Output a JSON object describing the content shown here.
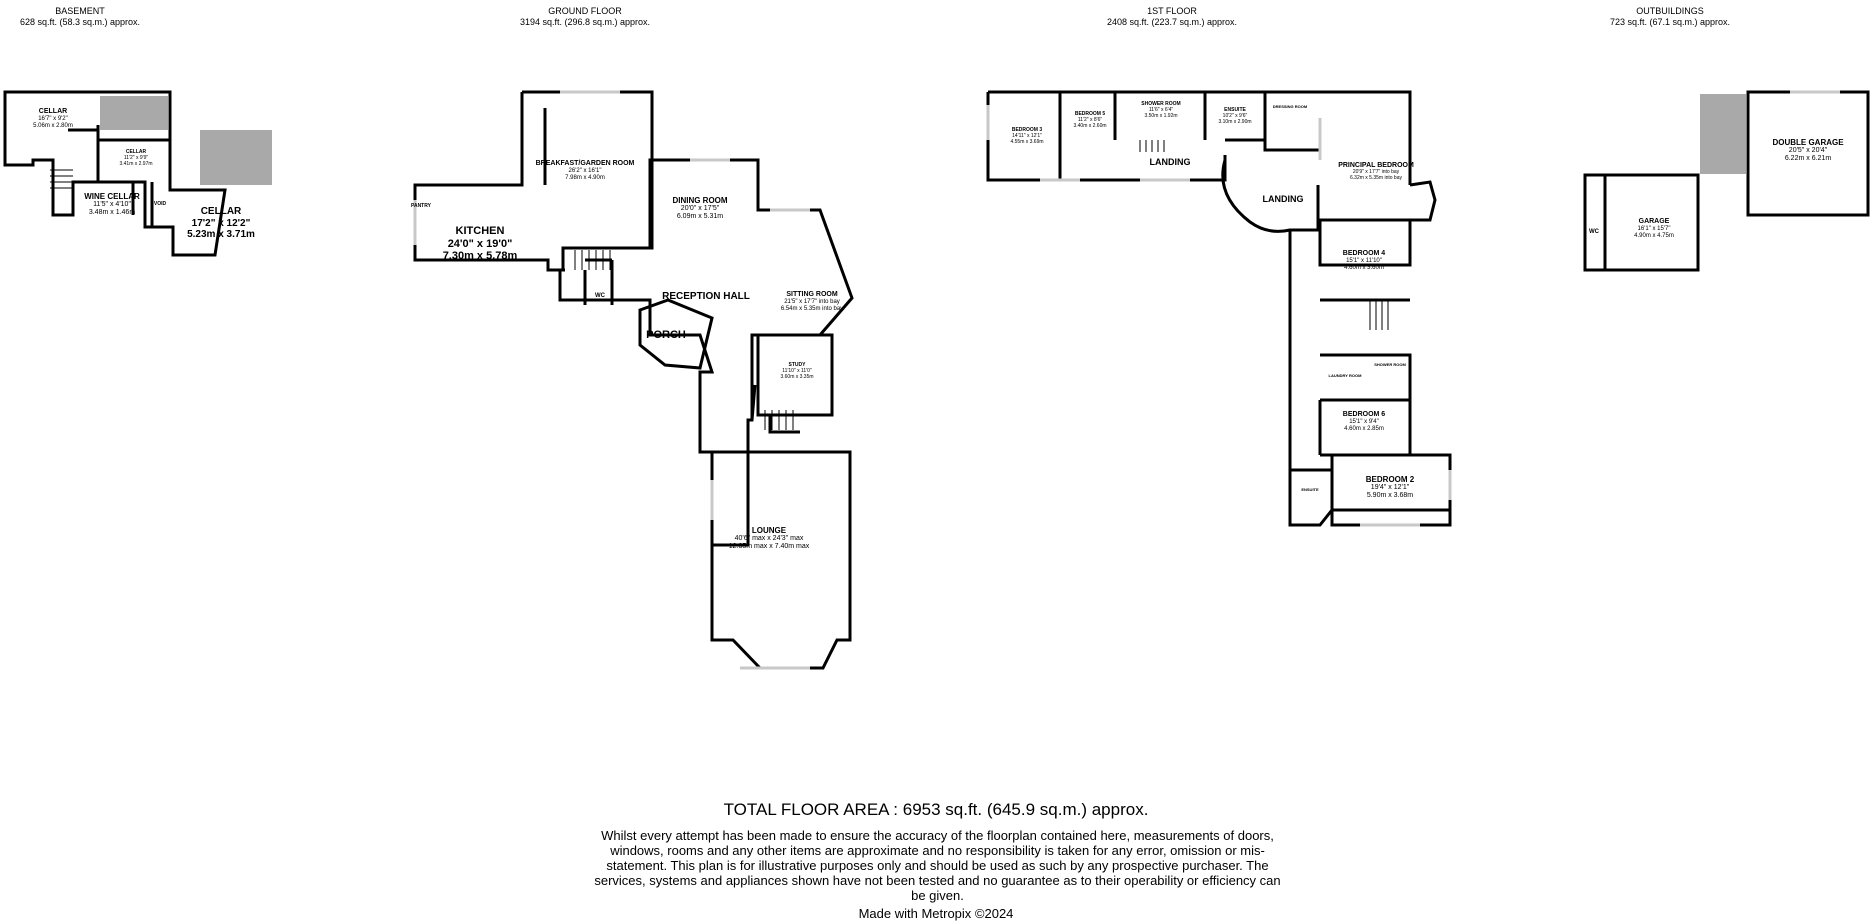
{
  "floors": [
    {
      "key": "basement",
      "title": "BASEMENT",
      "area": "628 sq.ft. (58.3 sq.m.) approx."
    },
    {
      "key": "ground",
      "title": "GROUND FLOOR",
      "area": "3194 sq.ft. (296.8 sq.m.) approx."
    },
    {
      "key": "first",
      "title": "1ST FLOOR",
      "area": "2408 sq.ft. (223.7 sq.m.) approx."
    },
    {
      "key": "outbuildings",
      "title": "OUTBUILDINGS",
      "area": "723 sq.ft. (67.1 sq.m.) approx."
    }
  ],
  "rooms": {
    "cellar1": {
      "name": "CELLAR",
      "imperial": "16'7\" x 9'2\"",
      "metric": "5.06m x 2.80m"
    },
    "cellar2": {
      "name": "CELLAR",
      "imperial": "11'2\" x 9'9\"",
      "metric": "3.41m x 2.97m"
    },
    "cellar3": {
      "name": "CELLAR",
      "imperial": "17'2\" x 12'2\"",
      "metric": "5.23m x 3.71m"
    },
    "wine_cellar": {
      "name": "WINE CELLAR",
      "imperial": "11'5\" x 4'10\"",
      "metric": "3.48m x 1.46m"
    },
    "void": {
      "name": "VOID"
    },
    "kitchen": {
      "name": "KITCHEN",
      "imperial": "24'0\" x 19'0\"",
      "metric": "7.30m x 5.78m"
    },
    "pantry": {
      "name": "PANTRY"
    },
    "breakfast": {
      "name": "BREAKFAST/GARDEN ROOM",
      "imperial": "26'2\" x 16'1\"",
      "metric": "7.98m x 4.90m"
    },
    "dining": {
      "name": "DINING ROOM",
      "imperial": "20'0\" x 17'5\"",
      "metric": "6.09m x 5.31m"
    },
    "reception": {
      "name": "RECEPTION HALL"
    },
    "wc": {
      "name": "WC"
    },
    "porch": {
      "name": "PORCH"
    },
    "sitting": {
      "name": "SITTING ROOM",
      "imperial": "21'5\" x 17'7\" into bay",
      "metric": "6.54m x 5.35m into bay"
    },
    "study": {
      "name": "STUDY",
      "imperial": "11'10\" x 11'0\"",
      "metric": "3.60m x 3.35m"
    },
    "lounge": {
      "name": "LOUNGE",
      "imperial": "40'6\" max x 24'3\" max",
      "metric": "12.35m max x 7.40m max"
    },
    "bedroom3": {
      "name": "BEDROOM 3",
      "imperial": "14'11\" x 12'1\"",
      "metric": "4.55m x 3.69m"
    },
    "bedroom5": {
      "name": "BEDROOM 5",
      "imperial": "11'2\" x 8'6\"",
      "metric": "3.40m x 2.60m"
    },
    "shower1": {
      "name": "SHOWER ROOM",
      "imperial": "11'6\" x 6'4\"",
      "metric": "3.50m x 1.92m"
    },
    "ensuite1": {
      "name": "ENSUITE",
      "imperial": "10'2\" x 9'6\"",
      "metric": "3.10m x 2.90m"
    },
    "dressing": {
      "name": "DRESSING ROOM"
    },
    "landing1": {
      "name": "LANDING"
    },
    "landing2": {
      "name": "LANDING"
    },
    "principal": {
      "name": "PRINCIPAL BEDROOM",
      "imperial": "20'9\" x 17'7\" into bay",
      "metric": "6.32m x 5.35m into bay"
    },
    "bedroom4": {
      "name": "BEDROOM 4",
      "imperial": "15'1\" x 11'10\"",
      "metric": "4.60m x 3.60m"
    },
    "laundry": {
      "name": "LAUNDRY ROOM"
    },
    "shower2": {
      "name": "SHOWER ROOM"
    },
    "bedroom6": {
      "name": "BEDROOM 6",
      "imperial": "15'1\" x 9'4\"",
      "metric": "4.60m x 2.85m"
    },
    "ensuite2": {
      "name": "ENSUITE"
    },
    "bedroom2": {
      "name": "BEDROOM 2",
      "imperial": "19'4\" x 12'1\"",
      "metric": "5.90m x 3.68m"
    },
    "double_garage": {
      "name": "DOUBLE GARAGE",
      "imperial": "20'5\" x 20'4\"",
      "metric": "6.22m x 6.21m"
    },
    "garage": {
      "name": "GARAGE",
      "imperial": "16'1\" x 15'7\"",
      "metric": "4.90m x 4.75m"
    },
    "wc2": {
      "name": "WC"
    }
  },
  "footer": {
    "total": "TOTAL FLOOR AREA : 6953 sq.ft. (645.9 sq.m.) approx.",
    "disclaimer": "Whilst every attempt has been made to ensure the accuracy of the floorplan contained here, measurements of doors, windows, rooms and any other items are approximate and no responsibility is taken for any error, omission or mis-statement. This plan is for illustrative purposes only and should be used as such by any prospective purchaser. The services, systems and appliances shown have not been tested and no guarantee as to their operability or efficiency can be given.",
    "credit": "Made with Metropix ©2024"
  },
  "colors": {
    "wall": "#000000",
    "window": "#c8c8c8",
    "void_fill": "#a9a9a9",
    "floor": "#ffffff"
  }
}
